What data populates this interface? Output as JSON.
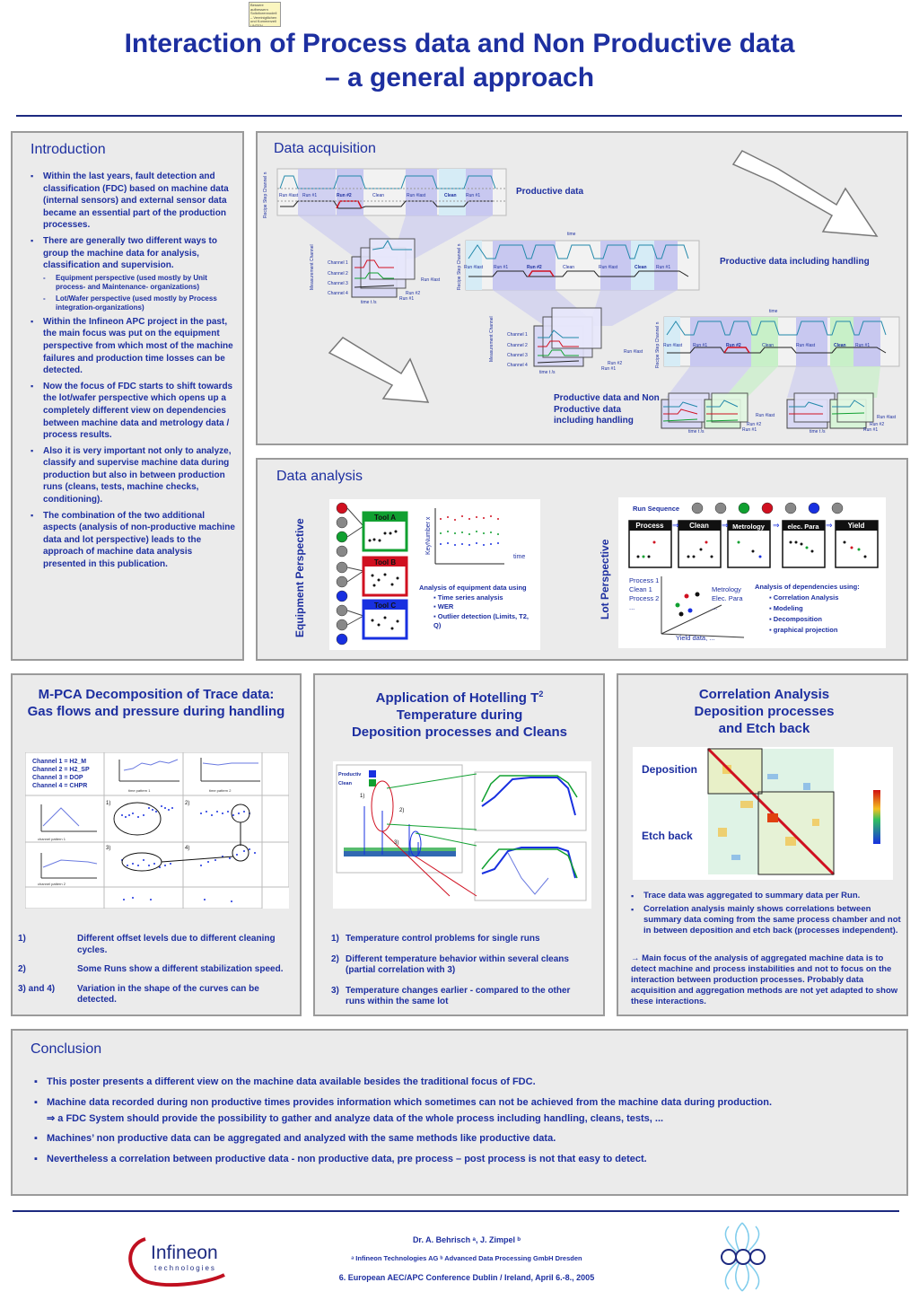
{
  "sticky_note": "Bessere aufbessern Solicitorennodell – Vereinigtlichen und Kommerzell UNTEN",
  "title_line1": "Interaction of Process data and Non Productive data",
  "title_line2": "– a general approach",
  "intro": {
    "heading": "Introduction",
    "bullets": [
      "Within the last years, fault detection and classification (FDC) based on machine data (internal sensors) and external sensor data became an essential part of the production processes.",
      "There are generally two different ways to group the machine data for analysis, classification and supervision.",
      "Within the Infineon APC project in the past, the main focus was put on the equipment perspective from which most of the machine failures and production time losses can be detected.",
      "Now the focus of FDC starts to shift towards the lot/wafer perspective which opens up a completely different view on dependencies between machine data and metrology data / process results.",
      "Also it is very important not only to analyze, classify and supervise machine data during production but also in between production runs (cleans, tests, machine checks, conditioning).",
      "The combination of the two additional aspects (analysis of non-productive machine data and lot perspective) leads to the approach of machine data analysis presented in this publication."
    ],
    "sub_items": [
      "Equipment perspective (used mostly by Unit process- and Maintenance- organizations)",
      "Lot/Wafer perspective (used mostly by Process integration-organizations)"
    ]
  },
  "acq": {
    "heading": "Data acquisition",
    "label1": "Productive data",
    "label2": "Productive data including handling",
    "label3": "Productive data and Non Productive data including handling",
    "channel_axis": "Recipe Step  Channel n",
    "time_label": "time",
    "runs": [
      "Run #last",
      "Run #1",
      "Run #2",
      "Clean",
      "Run #last",
      "Clean",
      "Run #1"
    ],
    "channels": [
      "Channel 1",
      "Channel 2",
      "Channel 3",
      "Channel 4"
    ],
    "meas_channel": "Measurement Channel",
    "time_ts": "time  t /s",
    "run_last": "Run #last",
    "run2": "Run #2",
    "run1": "Run #1"
  },
  "analysis": {
    "heading": "Data analysis",
    "equip_persp": "Equipment Perspective",
    "lot_persp": "Lot Perspective",
    "tools": [
      "Tool A",
      "Tool B",
      "Tool C"
    ],
    "keynumber": "KeyNumber x",
    "time": "time",
    "equip_caption": "Analysis of equipment data using",
    "equip_items": [
      "Time series analysis",
      "WER",
      "Outlier detection (Limits, T2, Q)"
    ],
    "run_sequence": "Run Sequence",
    "steps": [
      "Process",
      "Clean",
      "Metrology",
      "elec. Para",
      "Yield"
    ],
    "process_list": [
      "Process 1",
      "Clean 1",
      "Process 2",
      "..."
    ],
    "metro_list": [
      "Metrology",
      "Elec. Para",
      "..."
    ],
    "yield_axis": "Yield data, ...",
    "dep_caption": "Analysis of dependencies using:",
    "dep_items": [
      "Correlation Analysis",
      "Modeling",
      "Decomposition",
      "graphical projection"
    ]
  },
  "mpca": {
    "heading": "M-PCA Decomposition of Trace data: Gas flows and pressure during handling",
    "legend": [
      "Channel 1 = H2_M",
      "Channel 2 = H2_SP",
      "Channel 3 = DOP",
      "Channel 4 = CHPR"
    ],
    "notes": [
      {
        "k": "1)",
        "v": "Different offset levels due to different cleaning cycles."
      },
      {
        "k": "2)",
        "v": "Some Runs show a different stabilization speed."
      },
      {
        "k": "3) and 4)",
        "v": "Variation in the shape of the curves can be detected."
      }
    ],
    "marks": [
      "1)",
      "2)",
      "3)",
      "4)"
    ],
    "time_pattern1": "time pattern 1",
    "time_pattern2": "time pattern 2",
    "channel_pattern1": "channel pattern 1",
    "channel_pattern2": "channel pattern 2"
  },
  "hotelling": {
    "heading_a": "Application of Hotelling T",
    "heading_sup": "2",
    "heading_b": "Temperature during",
    "heading_c": "Deposition processes and Cleans",
    "legend": [
      "Productiv",
      "Clean"
    ],
    "marks": [
      "1)",
      "2)",
      "3)"
    ],
    "notes": [
      {
        "k": "1)",
        "v": "Temperature control problems for single runs"
      },
      {
        "k": "2)",
        "v": "Different temperature behavior within several cleans (partial correlation with 3)"
      },
      {
        "k": "3)",
        "v": "Temperature changes earlier - compared to the other runs within the same lot"
      }
    ]
  },
  "corr": {
    "heading": "Correlation Analysis Deposition processes and Etch back",
    "deposition": "Deposition",
    "etchback": "Etch back",
    "bullets": [
      "Trace data was aggregated to summary data per Run.",
      "Correlation analysis mainly shows correlations between summary data coming from the same process chamber and not in between deposition and etch back (processes independent)."
    ],
    "arrow_note": "→ Main focus of the analysis of aggregated machine data is to detect machine and process instabilities and not to focus on the interaction between production processes. Probably data acquisition and aggregation methods are not yet adapted to show these interactions."
  },
  "conclusion": {
    "heading": "Conclusion",
    "b1": "This poster presents a different view on the machine data available besides the traditional focus of FDC.",
    "b2": "Machine data recorded during non productive times provides information which sometimes can not be achieved from the machine data during production.",
    "b2_sub": "⇒  a FDC System should provide the possibility to gather and analyze data of the whole process including handling, cleans, tests, ...",
    "b3": "Machines’ non productive data can be aggregated and analyzed with the same methods like productive data.",
    "b4": "Nevertheless a correlation between productive data - non productive data, pre process – post process is not that easy to detect."
  },
  "footer": {
    "authors": "Dr. A. Behrisch ᵃ, J. Zimpel ᵇ",
    "affil": "ᵃ Infineon Technologies AG    ᵇ Advanced Data Processing GmbH Dresden",
    "conf": "6. European AEC/APC Conference Dublin / Ireland, April 6.-8., 2005",
    "logo_name": "Infineon",
    "logo_sub": "technologies"
  },
  "colors": {
    "navy": "#1d2fa0",
    "panel": "#ebebeb",
    "red": "#d01020",
    "green": "#10a030",
    "blue": "#1830e0"
  }
}
